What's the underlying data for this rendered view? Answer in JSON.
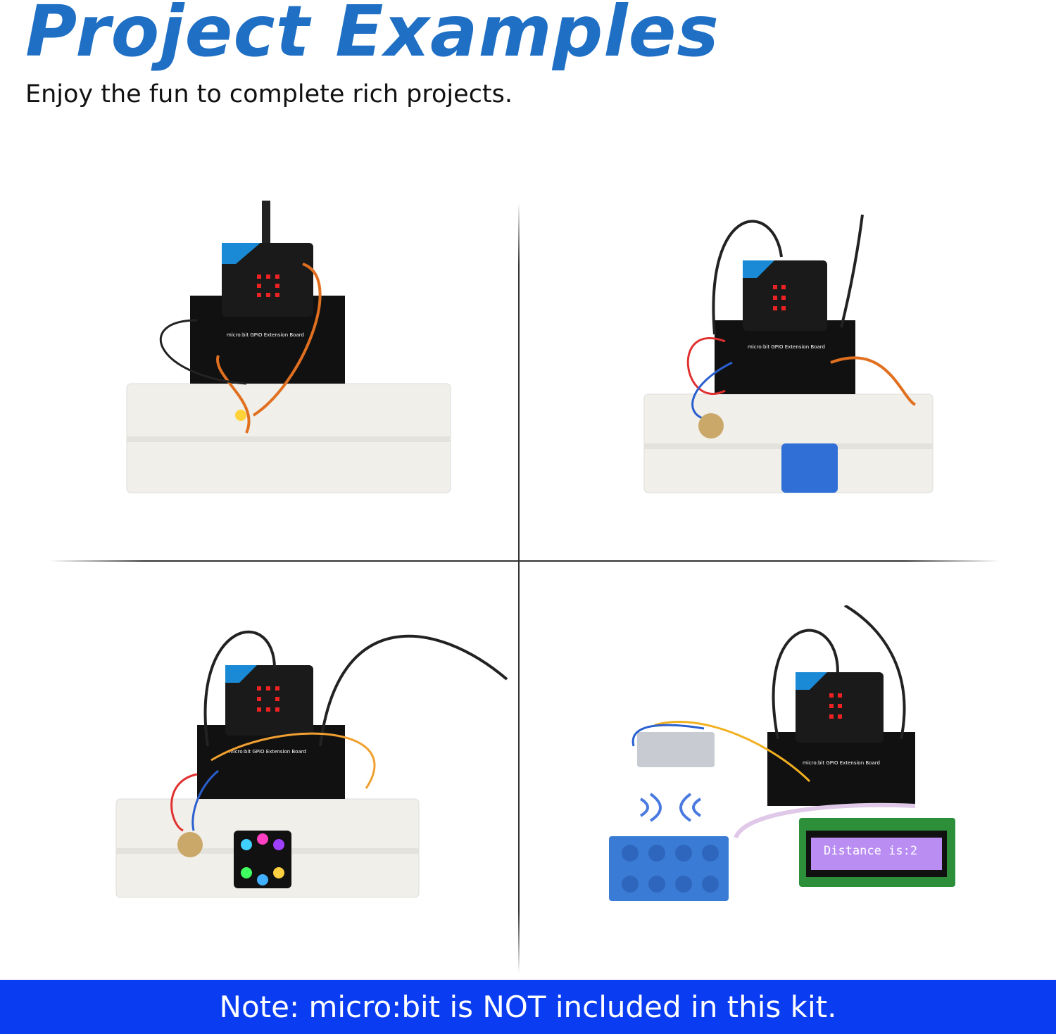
{
  "header": {
    "title": "Project Examples",
    "subtitle": "Enjoy the fun to complete rich projects."
  },
  "projects": [
    {
      "board_label": "micro:bit GPIO Extension Board"
    },
    {
      "board_label": "micro:bit GPIO Extension Board"
    },
    {
      "board_label": "micro:bit GPIO Extension Board"
    },
    {
      "board_label": "micro:bit GPIO Extension Board",
      "lcd_text": "Distance is:2"
    }
  ],
  "banner": {
    "note": "Note: micro:bit is NOT included in this kit."
  },
  "colors": {
    "title": "#1f6fc4",
    "banner": "#0a3cf2"
  }
}
